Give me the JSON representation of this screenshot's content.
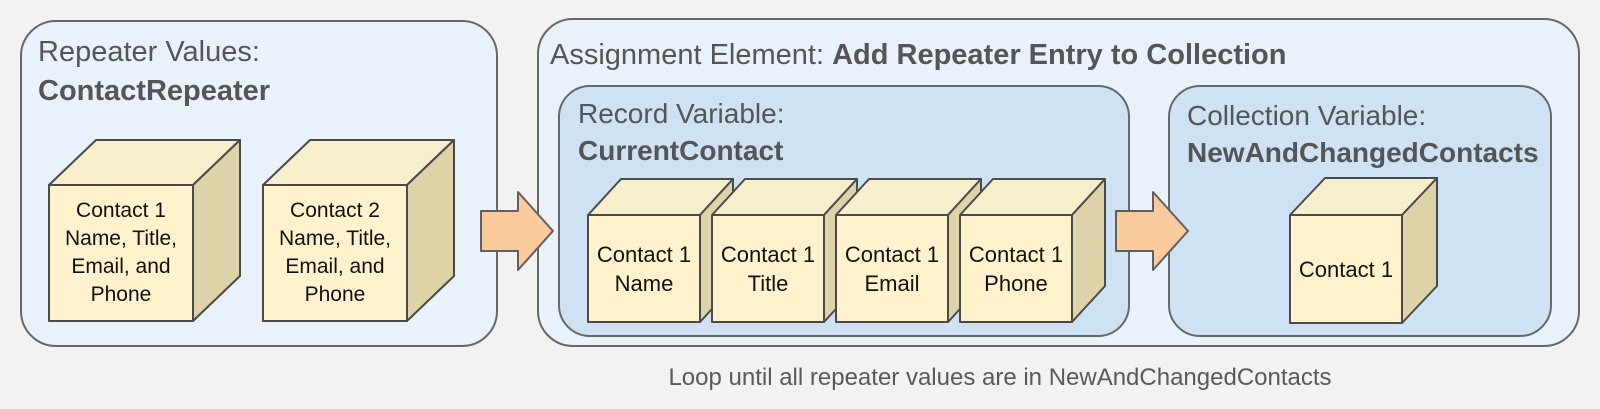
{
  "colors": {
    "background": "#f2f2f2",
    "outer_panel_fill": "#e9f1fb",
    "inner_panel_fill": "#cfe2f3",
    "panel_border": "#676767",
    "cube_front": "#fff2cc",
    "cube_top": "#f7eecb",
    "cube_side": "#ddd2a8",
    "arrow_fill": "#f9cb9c",
    "heading_text": "#555555",
    "cube_text": "#111111"
  },
  "repeater_panel": {
    "title_line1": "Repeater Values:",
    "title_line2": "ContactRepeater",
    "cubes": [
      {
        "label": "Contact 1\nName, Title,\nEmail, and\nPhone"
      },
      {
        "label": "Contact 2\nName, Title,\nEmail, and\nPhone"
      }
    ]
  },
  "assignment_panel": {
    "title_prefix": "Assignment Element: ",
    "title_bold": "Add Repeater Entry to Collection",
    "record_panel": {
      "title_line1": "Record Variable:",
      "title_line2": "CurrentContact",
      "cubes": [
        {
          "label": "Contact 1\nName"
        },
        {
          "label": "Contact 1\nTitle"
        },
        {
          "label": "Contact 1\nEmail"
        },
        {
          "label": "Contact 1\nPhone"
        }
      ]
    },
    "collection_panel": {
      "title_line1": "Collection Variable:",
      "title_line2": "NewAndChangedContacts",
      "cubes": [
        {
          "label": "Contact 1"
        }
      ]
    }
  },
  "caption": "Loop until all repeater values are in NewAndChangedContacts"
}
